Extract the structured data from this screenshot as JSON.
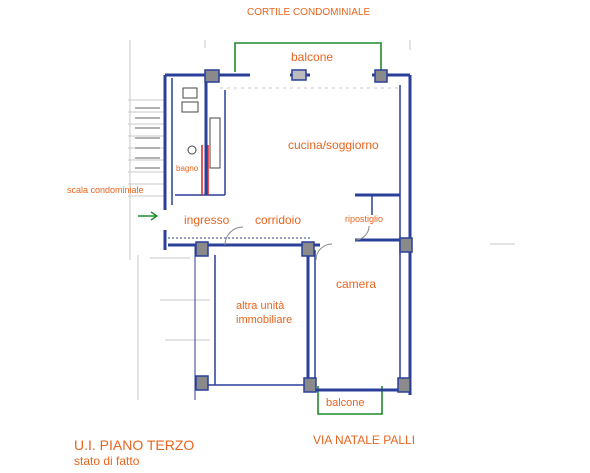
{
  "labels": {
    "courtyard": "CORTILE CONDOMINIALE",
    "balcony_top": "balcone",
    "kitchen_living": "cucina/soggiorno",
    "bathroom": "bagno",
    "stairwell": "scala condominiale",
    "entrance": "ingresso",
    "corridor": "corridoio",
    "storage": "ripostiglio",
    "bedroom": "camera",
    "other_unit_line1": "altra unità",
    "other_unit_line2": "immobiliare",
    "balcony_bottom": "balcone",
    "street": "VIA NATALE PALLI",
    "title": "U.I. PIANO TERZO",
    "subtitle": "stato di fatto"
  },
  "colors": {
    "label": "#e8641e",
    "wall": "#2a3f9a",
    "balcony_outline": "#1f8a2a",
    "bathroom_accent": "#e02020",
    "entry_arrow": "#1f8a2a"
  }
}
